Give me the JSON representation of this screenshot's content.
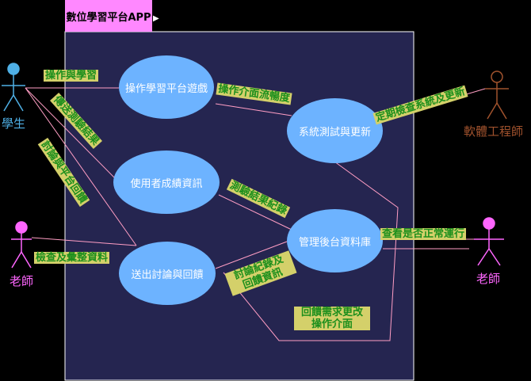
{
  "system": {
    "title": "數位學習平台APP"
  },
  "colors": {
    "background": "#000000",
    "system_box": "#252550",
    "title_bg": "#ff88ff",
    "usecase_fill": "#6db3ff",
    "label_bg": "#d4d06a",
    "label_text": "#1c8f1c",
    "line": "#ff9ec4",
    "student": "#4fb0e6",
    "teacher": "#ff66ff",
    "engineer": "#a0522d"
  },
  "actors": {
    "student": "學生",
    "teacher_left": "老師",
    "teacher_right": "老師",
    "engineer": "軟體工程師"
  },
  "usecases": {
    "operate": "操作學習平台遊戲",
    "results": "使用者成績資訊",
    "discuss": "送出討論與回饋",
    "test": "系統測試與更新",
    "db": "管理後台資料庫"
  },
  "edge_labels": {
    "operate_learn": "操作與學習",
    "send_results": "傳送測驗結果",
    "discuss_feedback": "討論與平台回饋",
    "check_grades": "檢查及彙整資料",
    "ui_smooth": "操作介面流暢度",
    "check_update": "定期檢查系統及更新",
    "test_record": "測驗結果紀錄",
    "discuss_record_l1": "討論紀錄及",
    "discuss_record_l2": "回饋資訊",
    "check_normal": "查看是否正常運行",
    "feedback_ui_l1": "回饋需求更改",
    "feedback_ui_l2": "操作介面"
  }
}
